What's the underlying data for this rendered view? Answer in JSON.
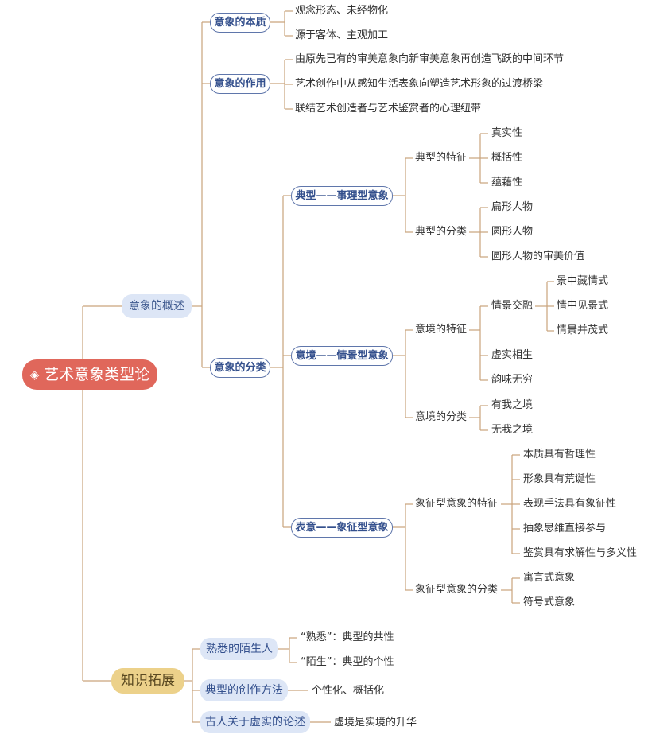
{
  "root": {
    "icon": "diamond-icon",
    "label": "艺术意象类型论"
  },
  "branches": {
    "overview": {
      "label": "意象的概述",
      "essence": {
        "label": "意象的本质",
        "items": [
          "观念形态、未经物化",
          "源于客体、主观加工"
        ]
      },
      "function": {
        "label": "意象的作用",
        "items": [
          "由原先已有的审美意象向新审美意象再创造飞跃的中间环节",
          "艺术创作中从感知生活表象向塑造艺术形象的过渡桥梁",
          "联结艺术创造者与艺术鉴赏者的心理纽带"
        ]
      },
      "classification": {
        "label": "意象的分类",
        "typical": {
          "label": "典型——事理型意象",
          "features": {
            "label": "典型的特征",
            "items": [
              "真实性",
              "概括性",
              "蕴藉性"
            ]
          },
          "types": {
            "label": "典型的分类",
            "items": [
              "扁形人物",
              "圆形人物",
              "圆形人物的审美价值"
            ]
          }
        },
        "realm": {
          "label": "意境——情景型意象",
          "features": {
            "label": "意境的特征",
            "blend": {
              "label": "情景交融",
              "items": [
                "景中藏情式",
                "情中见景式",
                "情景并茂式"
              ]
            },
            "items": [
              "虚实相生",
              "韵味无穷"
            ]
          },
          "types": {
            "label": "意境的分类",
            "items": [
              "有我之境",
              "无我之境"
            ]
          }
        },
        "symbolic": {
          "label": "表意——象征型意象",
          "features": {
            "label": "象征型意象的特征",
            "items": [
              "本质具有哲理性",
              "形象具有荒诞性",
              "表现手法具有象征性",
              "抽象思维直接参与",
              "鉴赏具有求解性与多义性"
            ]
          },
          "types": {
            "label": "象征型意象的分类",
            "items": [
              "寓言式意象",
              "符号式意象"
            ]
          }
        }
      }
    },
    "extension": {
      "label": "知识拓展",
      "stranger": {
        "label": "熟悉的陌生人",
        "items": [
          "“熟悉”：典型的共性",
          "“陌生”：典型的个性"
        ]
      },
      "method": {
        "label": "典型的创作方法",
        "items": [
          "个性化、概括化"
        ]
      },
      "ancients": {
        "label": "古人关于虚实的论述",
        "items": [
          "虚境是实境的升华"
        ]
      }
    }
  },
  "colors": {
    "root": "#e0675b",
    "overview": "#dde6f6",
    "extension": "#ecd18a",
    "line": "#c9a47c",
    "box_border": "#5f76ab"
  }
}
